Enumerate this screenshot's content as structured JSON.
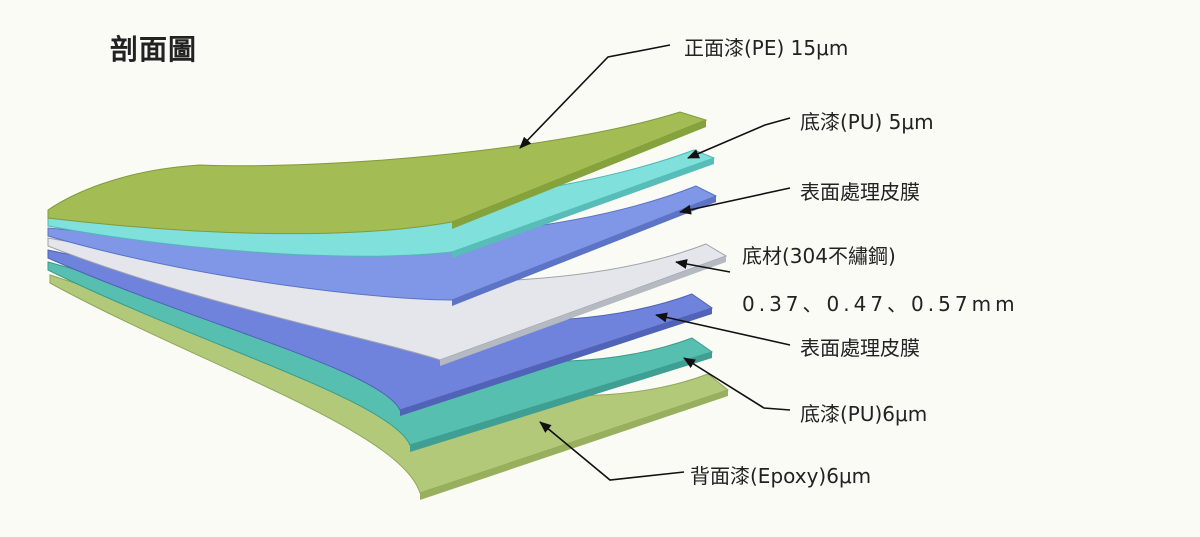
{
  "title": "剖面圖",
  "layers": [
    {
      "label": "正面漆(PE) 15μm",
      "color": "#a3bd54"
    },
    {
      "label": "底漆(PU) 5μm",
      "color": "#7fe0dc"
    },
    {
      "label": "表面處理皮膜",
      "color": "#7f97e6"
    },
    {
      "label": "底材(304不繡鋼)",
      "color": "#e4e6ec"
    },
    {
      "label": "表面處理皮膜",
      "color": "#6f83dc"
    },
    {
      "label": "底漆(PU)6μm",
      "color": "#56bfb0"
    },
    {
      "label": "背面漆(Epoxy)6μm",
      "color": "#b2c97a"
    }
  ],
  "thickness_note": "0.37、0.47、0.57mm"
}
